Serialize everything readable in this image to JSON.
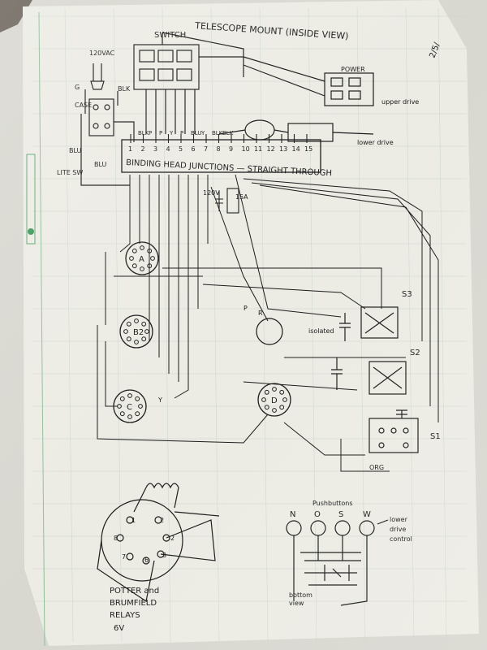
{
  "header": {
    "title": "TELESCOPE MOUNT (INSIDE VIEW)",
    "switch_top": "SWITCH",
    "corner_note": "2/5/"
  },
  "power": {
    "voltage": "120VAC",
    "g": "G",
    "blk": "BLK",
    "case": "CASE",
    "blu_left": "BLU",
    "blu_right": "BLU",
    "lite_sw": "LITE SW"
  },
  "junction": {
    "label": "BINDING HEAD JUNCTIONS — STRAIGHT THROUGH",
    "numbers": [
      "1",
      "2",
      "3",
      "4",
      "5",
      "6",
      "7",
      "8",
      "9",
      "10",
      "11",
      "12",
      "13",
      "14",
      "15"
    ],
    "wire_labels": [
      "BLK",
      "P",
      "P",
      "Y",
      "P",
      "BLU",
      "Y",
      "BLK",
      "BLK"
    ]
  },
  "right_side": {
    "power_label": "POWER",
    "upper_drive": "upper drive",
    "lower_drive": "lower drive",
    "upper_to_drive": "upper drive",
    "control": "control"
  },
  "components": {
    "sockets": [
      "A",
      "B2",
      "C",
      "D"
    ],
    "switches": [
      "S3",
      "S2",
      "S1"
    ],
    "cap_note": "120V",
    "cap_note2": "15A",
    "isolated": "isolated"
  },
  "relay_note": [
    "POTTER and",
    "BRUMFIELD",
    "RELAYS",
    "6V"
  ],
  "pushbuttons": {
    "title": "Pushbuttons",
    "letters": [
      "N",
      "O",
      "S",
      "W"
    ],
    "arrow_note": [
      "lower",
      "drive",
      "control"
    ],
    "bottom_note": [
      "bottom",
      "view"
    ]
  },
  "wire_colors": {
    "red": "R",
    "pink": "P",
    "yellow": "Y",
    "org": "ORG"
  }
}
